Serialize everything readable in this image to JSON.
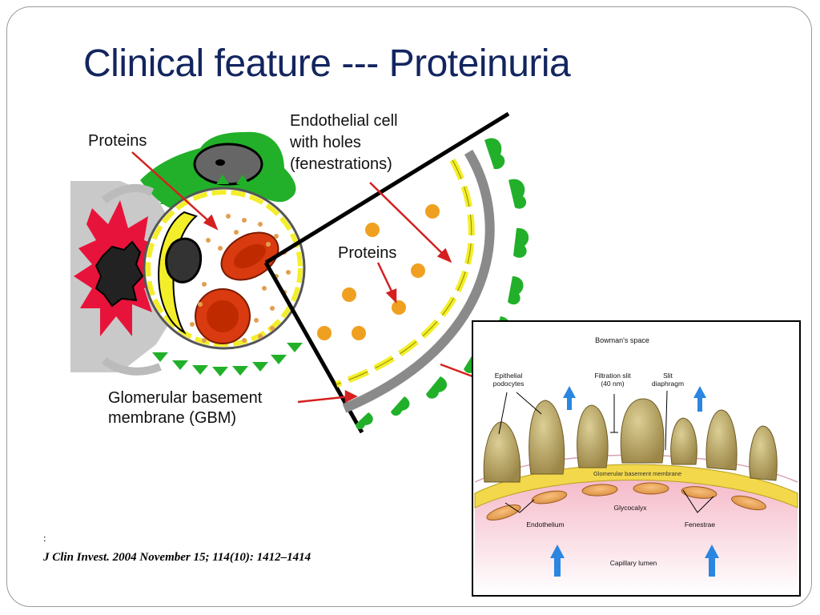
{
  "slide": {
    "title": "Clinical feature --- Proteinuria",
    "citation_colon": ":",
    "citation": "J Clin Invest. 2004 November 15; 114(10): 1412–1414"
  },
  "left_diagram": {
    "label_proteins_top": "Proteins",
    "label_endothelial_line1": "Endothelial cell",
    "label_endothelial_line2": "with holes",
    "label_endothelial_line3": "(fenestrations)",
    "label_proteins_inner": "Proteins",
    "label_gbm_line1": "Glomerular basement",
    "label_gbm_line2": "membrane (GBM)"
  },
  "right_diagram": {
    "label_bowmans_space": "Bowman's space",
    "label_epithelial_line1": "Epithelial",
    "label_epithelial_line2": "podocytes",
    "label_filtration_line1": "Filtration slit",
    "label_filtration_line2": "(40 nm)",
    "label_slit_line1": "Slit",
    "label_slit_line2": "diaphragm",
    "label_gbm": "Glomerular basement membrane",
    "label_glycocalyx": "Glycocalyx",
    "label_endothelium": "Endothelium",
    "label_fenestrae": "Fenestrae",
    "label_capillary_lumen": "Capillary lumen"
  },
  "colors": {
    "title": "#13255f",
    "podocyte_green": "#22b02a",
    "mesangial_red": "#e8133a",
    "rbc_red": "#d93a10",
    "protein_orange": "#f0a020",
    "endothelial_yellow": "#f3ee2a",
    "gbm_gray": "#8a8a8a",
    "arrow_red": "#d42020",
    "flow_blue": "#2a86e0",
    "podocyte_tan": "#b8a464",
    "lumen_pink": "#f9d3de"
  }
}
